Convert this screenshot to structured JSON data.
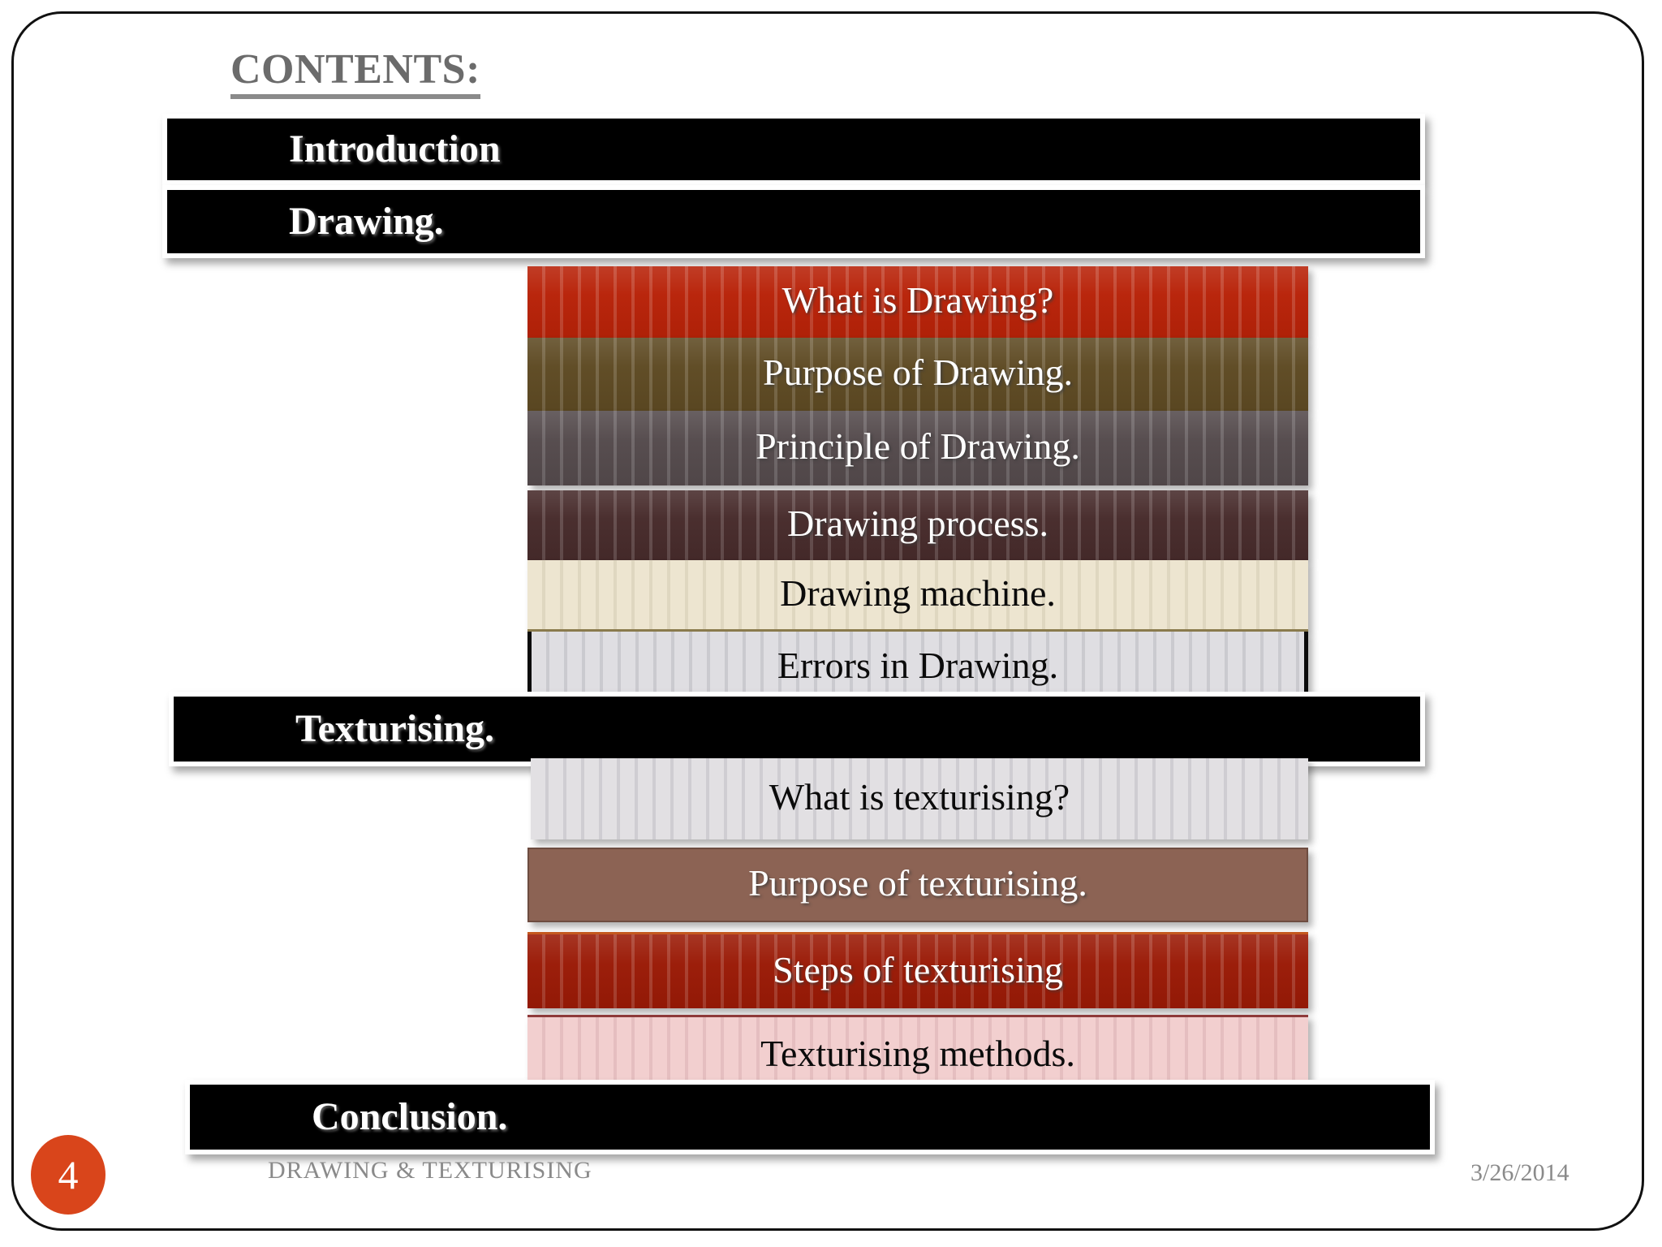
{
  "slide": {
    "title": "CONTENTS:",
    "footer_title": "DRAWING & TEXTURISING",
    "footer_date": "3/26/2014",
    "page_number": "4"
  },
  "sections": [
    {
      "label": "Introduction"
    },
    {
      "label": "Drawing."
    },
    {
      "label": "Texturising."
    },
    {
      "label": "Conclusion."
    }
  ],
  "drawing_topics": [
    {
      "label": "What is Drawing?",
      "color": "#B82208",
      "text_color": "light"
    },
    {
      "label": "Purpose of Drawing.",
      "color": "#5E4A23",
      "text_color": "light"
    },
    {
      "label": "Principle of Drawing.",
      "color": "#544A4C",
      "text_color": "light"
    },
    {
      "label": "Drawing process.",
      "color": "#472B2B",
      "text_color": "light"
    },
    {
      "label": "Drawing machine.",
      "color": "#EDE5D0",
      "text_color": "dark"
    },
    {
      "label": "Errors in Drawing.",
      "color": "#DFDEE2",
      "text_color": "dark"
    }
  ],
  "texturising_topics": [
    {
      "label": "What is texturising?",
      "color": "#E2E0E3",
      "text_color": "dark"
    },
    {
      "label": "Purpose of texturising.",
      "color": "#8C6354",
      "text_color": "light"
    },
    {
      "label": "Steps of texturising",
      "color": "#9A1A06",
      "text_color": "light"
    },
    {
      "label": "Texturising methods.",
      "color": "#F2CFCF",
      "text_color": "dark"
    }
  ],
  "colors": {
    "frame": "#111111",
    "title_text": "#6b6b6b",
    "section_bar": "#000000",
    "badge": "#D9451B",
    "footer_text": "#8a8a8a"
  }
}
